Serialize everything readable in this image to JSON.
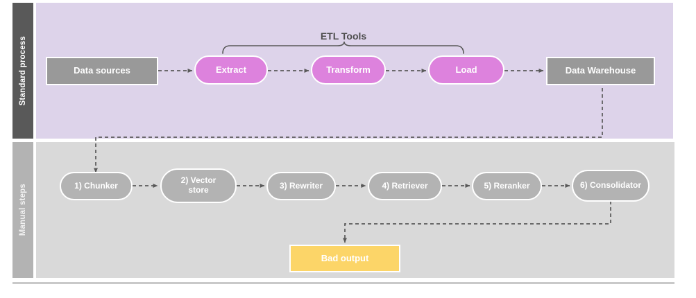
{
  "diagram": {
    "title": "ETL and manual RAG steps swimlane diagram",
    "colors": {
      "lane1_band": "#595959",
      "lane1_body": "#ddd3ea",
      "lane2_band": "#b3b3b3",
      "lane2_body": "#d9d9d9",
      "gray_node": "#999999",
      "magenta_node": "#dd82dd",
      "step_node": "#b3b3b3",
      "warning_node": "#fcd568",
      "edge": "#595959",
      "node_text": "#ffffff",
      "brace": "#595959",
      "brace_label": "#4d4d4d"
    }
  },
  "lanes": [
    {
      "id": "standard-process",
      "label": "Standard process"
    },
    {
      "id": "manual-steps",
      "label": "Manual steps"
    }
  ],
  "annotations": {
    "etl_tools": "ETL Tools"
  },
  "standard_process": {
    "nodes": [
      {
        "id": "data-sources",
        "label": "Data sources",
        "shape": "rect",
        "style": "gray"
      },
      {
        "id": "extract",
        "label": "Extract",
        "shape": "pill",
        "style": "magenta"
      },
      {
        "id": "transform",
        "label": "Transform",
        "shape": "pill",
        "style": "magenta"
      },
      {
        "id": "load",
        "label": "Load",
        "shape": "pill",
        "style": "magenta"
      },
      {
        "id": "data-warehouse",
        "label": "Data Warehouse",
        "shape": "rect",
        "style": "gray"
      }
    ]
  },
  "manual_steps": {
    "nodes": [
      {
        "id": "chunker",
        "label": "1) Chunker",
        "shape": "pill",
        "style": "steppill"
      },
      {
        "id": "vector-store",
        "label": "2) Vector store",
        "shape": "pill",
        "style": "steppill"
      },
      {
        "id": "rewriter",
        "label": "3) Rewriter",
        "shape": "pill",
        "style": "steppill"
      },
      {
        "id": "retriever",
        "label": "4) Retriever",
        "shape": "pill",
        "style": "steppill"
      },
      {
        "id": "reranker",
        "label": "5) Reranker",
        "shape": "pill",
        "style": "steppill"
      },
      {
        "id": "consolidator",
        "label": "6) Consolidator",
        "shape": "pill",
        "style": "steppill"
      }
    ],
    "output": {
      "id": "bad-output",
      "label": "Bad output",
      "shape": "rect",
      "style": "yellow"
    }
  }
}
